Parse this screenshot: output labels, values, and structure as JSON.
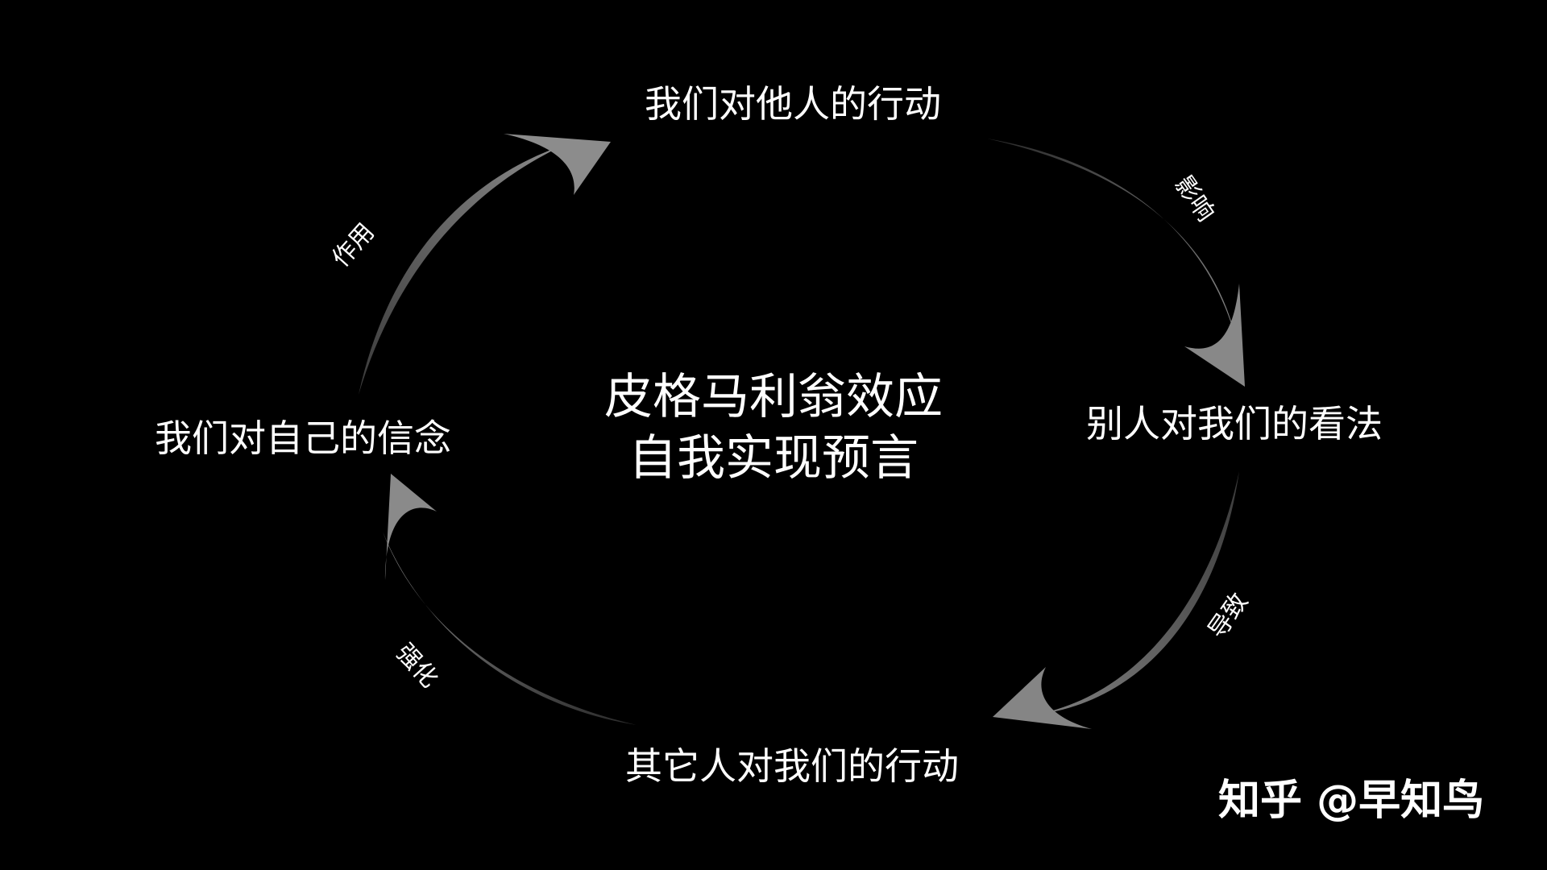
{
  "center": {
    "line1": "皮格马利翁效应",
    "line2": "自我实现预言"
  },
  "nodes": {
    "top": "我们对他人的行动",
    "right": "别人对我们的看法",
    "bottom": "其它人对我们的行动",
    "left": "我们对自己的信念"
  },
  "edges": {
    "top_right": "影响",
    "right_bottom": "导致",
    "bottom_left": "强化",
    "left_top": "作用"
  },
  "watermark": "知乎 @早知鸟",
  "colors": {
    "background": "#000000",
    "text": "#ffffff",
    "arrow": "#7a7a7a"
  }
}
